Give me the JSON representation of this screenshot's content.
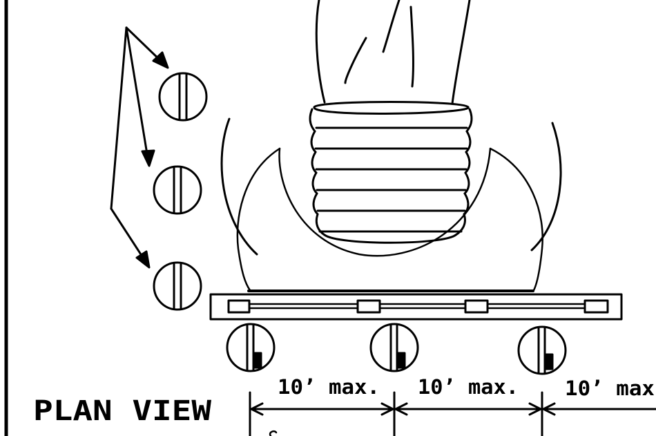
{
  "drawing": {
    "view_title": "PLAN VIEW",
    "spacing_labels": [
      "10’ max.",
      "10’ max.",
      "10’ max"
    ],
    "colors": {
      "ink": "#000000",
      "paper": "#ffffff"
    }
  }
}
